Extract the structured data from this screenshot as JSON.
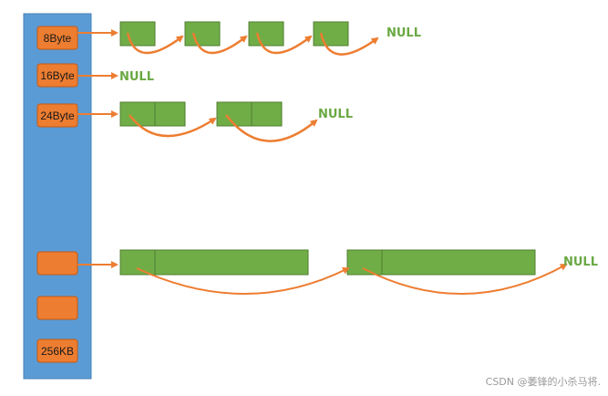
{
  "buckets": [
    {
      "label": "8Byte"
    },
    {
      "label": "16Byte"
    },
    {
      "label": "24Byte"
    },
    {
      "label": ""
    },
    {
      "label": ""
    },
    {
      "label": "256KB"
    }
  ],
  "null_text": "NULL",
  "watermark": "CSDN @萎锋的小杀马将."
}
